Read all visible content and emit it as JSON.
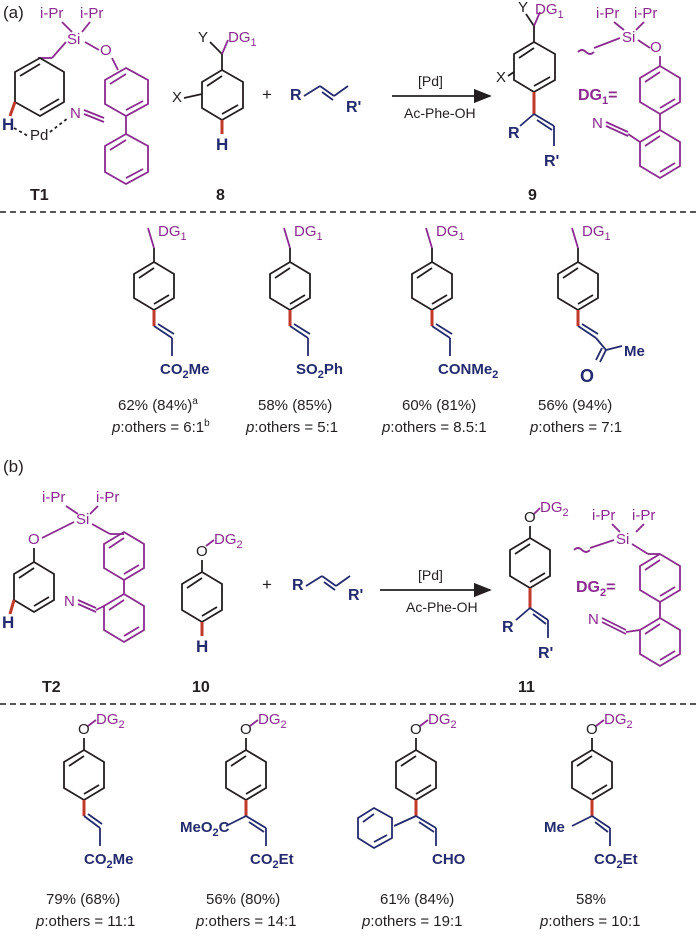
{
  "panel_a": {
    "label": "(a)",
    "t1": {
      "sub": "i-Pr",
      "sub2": "i-Pr",
      "si": "Si",
      "o": "O",
      "h": "H",
      "pd": "Pd",
      "n": "N",
      "label": "T1"
    },
    "cmpd8": {
      "y": "Y",
      "dg": "DG",
      "dg_sub": "1",
      "x": "X",
      "h": "H",
      "label": "8"
    },
    "plus": "+",
    "alkene": {
      "r": "R",
      "r2": "R'"
    },
    "arrow": {
      "top": "[Pd]",
      "bottom": "Ac-Phe-OH"
    },
    "cmpd9": {
      "y": "Y",
      "dg": "DG",
      "dg_sub": "1",
      "x": "X",
      "r": "R",
      "r2": "R'",
      "label": "9"
    },
    "dg_def": {
      "sub": "i-Pr",
      "sub2": "i-Pr",
      "si": "Si",
      "o": "O",
      "n": "N",
      "label": "DG",
      "label_sub": "1",
      "eq": "="
    },
    "products": [
      {
        "dg": "DG",
        "dg_sub": "1",
        "group": "CO",
        "group_sub": "2",
        "group_tail": "Me",
        "yield": "62% (84%)",
        "yield_sup": "a",
        "ratio_p": "p",
        "ratio": ":others = 6:1",
        "ratio_sup": "b"
      },
      {
        "dg": "DG",
        "dg_sub": "1",
        "group": "SO",
        "group_sub": "2",
        "group_tail": "Ph",
        "yield": "58% (85%)",
        "yield_sup": "",
        "ratio_p": "p",
        "ratio": ":others = 5:1",
        "ratio_sup": ""
      },
      {
        "dg": "DG",
        "dg_sub": "1",
        "group": "CONMe",
        "group_sub": "2",
        "group_tail": "",
        "yield": "60% (81%)",
        "yield_sup": "",
        "ratio_p": "p",
        "ratio": ":others = 8.5:1",
        "ratio_sup": ""
      },
      {
        "dg": "DG",
        "dg_sub": "1",
        "group": "O",
        "group_sub": "",
        "group_tail": "Me",
        "yield": "56% (94%)",
        "yield_sup": "",
        "ratio_p": "p",
        "ratio": ":others = 7:1",
        "ratio_sup": ""
      }
    ]
  },
  "panel_b": {
    "label": "(b)",
    "t2": {
      "sub": "i-Pr",
      "sub2": "i-Pr",
      "si": "Si",
      "o": "O",
      "h": "H",
      "n": "N",
      "label": "T2"
    },
    "cmpd10": {
      "o": "O",
      "dg": "DG",
      "dg_sub": "2",
      "h": "H",
      "label": "10"
    },
    "plus": "+",
    "alkene": {
      "r": "R",
      "r2": "R'"
    },
    "arrow": {
      "top": "[Pd]",
      "bottom": "Ac-Phe-OH"
    },
    "cmpd11": {
      "o": "O",
      "dg": "DG",
      "dg_sub": "2",
      "r": "R",
      "r2": "R'",
      "label": "11"
    },
    "dg_def": {
      "sub": "i-Pr",
      "sub2": "i-Pr",
      "si": "Si",
      "n": "N",
      "label": "DG",
      "label_sub": "2",
      "eq": "="
    },
    "products": [
      {
        "o": "O",
        "dg": "DG",
        "dg_sub": "2",
        "left": "",
        "left_sub": "",
        "left_tail": "",
        "group": "CO",
        "group_sub": "2",
        "group_tail": "Me",
        "yield": "79% (68%)",
        "ratio_p": "p",
        "ratio": ":others = 11:1"
      },
      {
        "o": "O",
        "dg": "DG",
        "dg_sub": "2",
        "left": "MeO",
        "left_sub": "2",
        "left_tail": "C",
        "group": "CO",
        "group_sub": "2",
        "group_tail": "Et",
        "yield": "56% (80%)",
        "ratio_p": "p",
        "ratio": ":others = 14:1"
      },
      {
        "o": "O",
        "dg": "DG",
        "dg_sub": "2",
        "left": "",
        "left_sub": "",
        "left_tail": "",
        "group": "CHO",
        "group_sub": "",
        "group_tail": "",
        "yield": "61% (84%)",
        "ratio_p": "p",
        "ratio": ":others = 19:1"
      },
      {
        "o": "O",
        "dg": "DG",
        "dg_sub": "2",
        "left": "Me",
        "left_sub": "",
        "left_tail": "",
        "group": "CO",
        "group_sub": "2",
        "group_tail": "Et",
        "yield": "58%",
        "ratio_p": "p",
        "ratio": ":others = 10:1"
      }
    ]
  },
  "colors": {
    "black": "#231f20",
    "purple": "#8b2a8f",
    "navy": "#242a6e",
    "red": "#c0392b"
  }
}
